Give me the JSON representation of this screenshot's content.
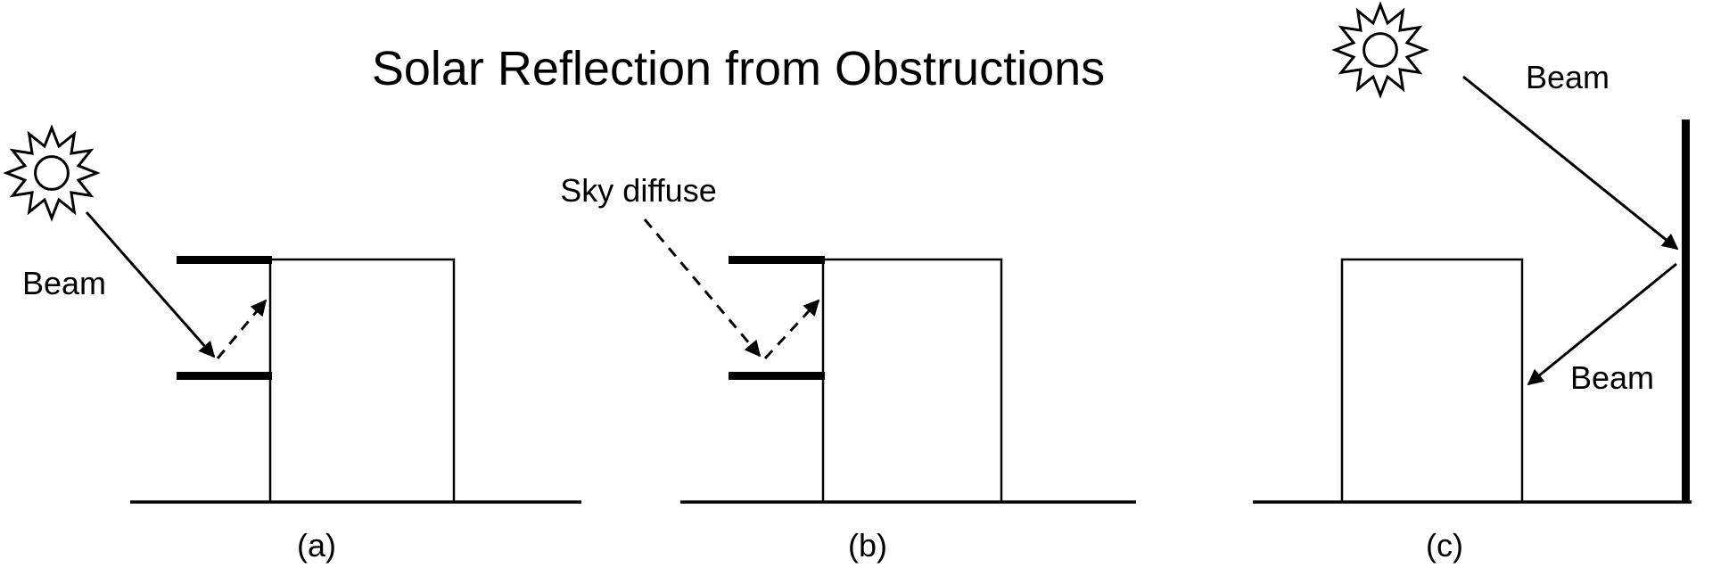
{
  "title": "Solar Reflection from Obstructions",
  "colors": {
    "line": "#000000",
    "background": "#ffffff"
  },
  "panels": [
    {
      "id": "a",
      "caption": "(a)",
      "labels": {
        "beam": "Beam"
      },
      "description": "Beam radiation reflected from lower building overhang onto wall"
    },
    {
      "id": "b",
      "caption": "(b)",
      "labels": {
        "sky_diffuse": "Sky diffuse"
      },
      "description": "Sky diffuse radiation reflected from lower building overhang onto wall"
    },
    {
      "id": "c",
      "caption": "(c)",
      "labels": {
        "beam_incident": "Beam",
        "beam_reflected": "Beam"
      },
      "description": "Beam radiation reflected from vertical obstruction onto building"
    }
  ]
}
